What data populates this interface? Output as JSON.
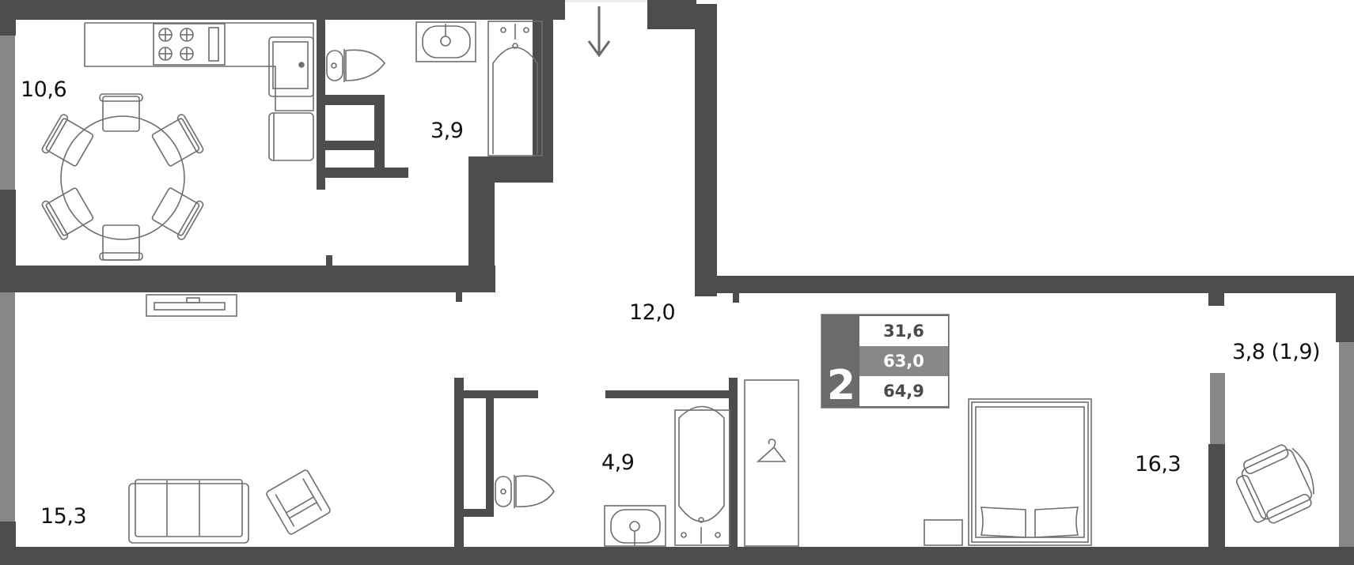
{
  "plan": {
    "rooms_count": "2",
    "areas_box": {
      "living": "31,6",
      "total": "63,0",
      "total_with_balcony": "64,9"
    },
    "rooms": [
      {
        "id": "kitchen",
        "area": "10,6"
      },
      {
        "id": "bathroom-1",
        "area": "3,9"
      },
      {
        "id": "hallway",
        "area": "12,0"
      },
      {
        "id": "living-room",
        "area": "15,3"
      },
      {
        "id": "bathroom-2",
        "area": "4,9"
      },
      {
        "id": "bedroom",
        "area": "16,3"
      },
      {
        "id": "balcony",
        "area": "3,8 (1,9)"
      }
    ],
    "entrance_icon": "arrow-down-icon",
    "colors": {
      "wall": "#4d4d4d",
      "window": "#878787",
      "furniture_stroke": "#6e6e6e",
      "info_dark": "#6b6b6b",
      "info_mid": "#888888"
    }
  }
}
